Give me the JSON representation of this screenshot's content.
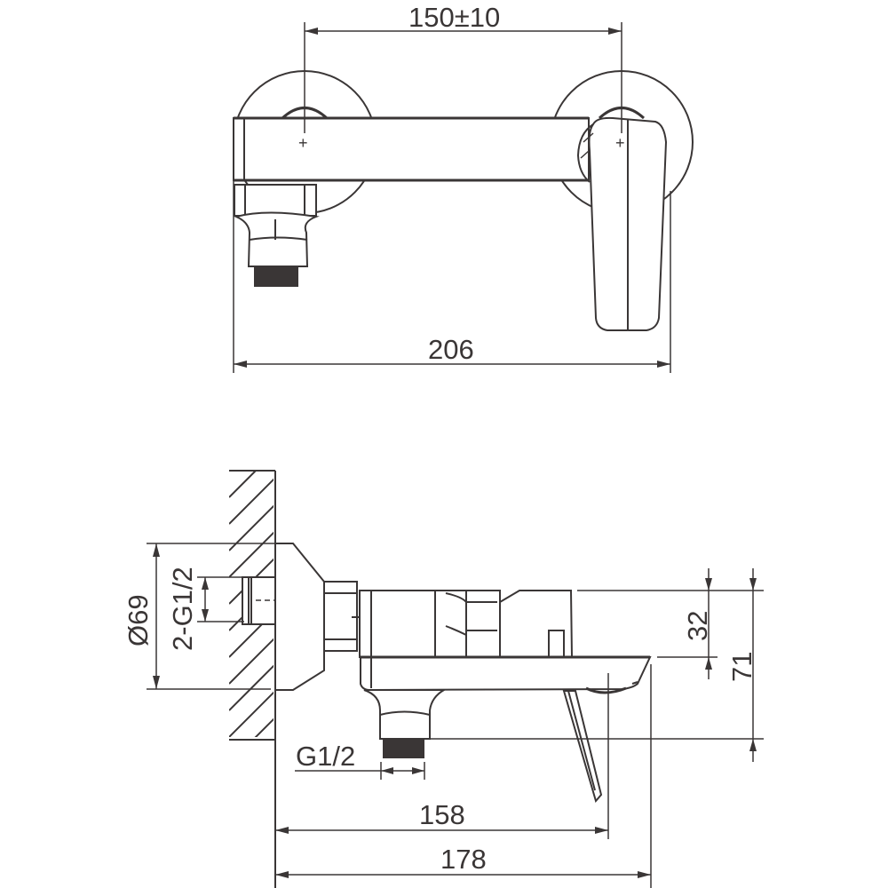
{
  "drawing": {
    "title": "Wall-mounted single-lever bath/shower mixer - technical dimension drawing",
    "line_color": "#3a3636",
    "background": "#ffffff",
    "top_view": {
      "center_distance_label": "150±10",
      "overall_width_label": "206"
    },
    "side_view": {
      "escutcheon_diameter_label": "Ø69",
      "inlet_thread_label": "2-G1/2",
      "outlet_thread_label": "G1/2",
      "body_height_label": "32",
      "overall_height_label": "71",
      "spout_projection_label": "158",
      "overall_depth_label": "178"
    }
  }
}
